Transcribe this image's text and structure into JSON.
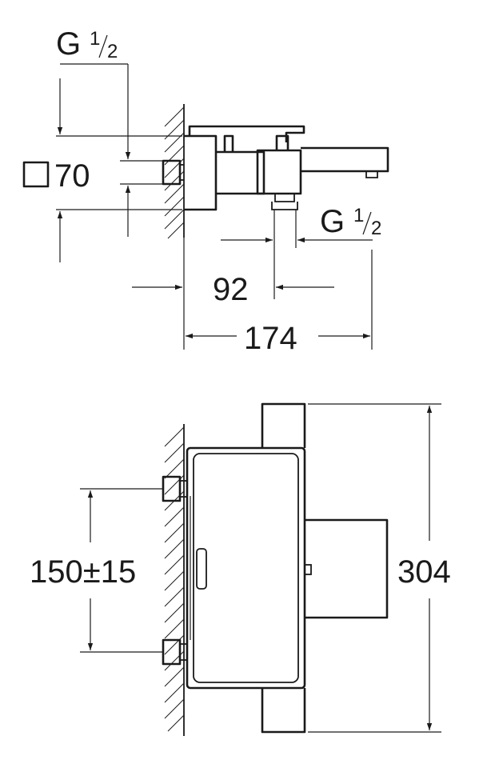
{
  "top_view": {
    "thread_left": {
      "prefix": "G",
      "num": "1",
      "den": "2"
    },
    "square_value": "70",
    "thread_right": {
      "prefix": "G",
      "num": "1",
      "den": "2"
    },
    "dim_middle": "92",
    "dim_total": "174"
  },
  "front_view": {
    "dim_spacing": "150±15",
    "dim_height": "304"
  }
}
